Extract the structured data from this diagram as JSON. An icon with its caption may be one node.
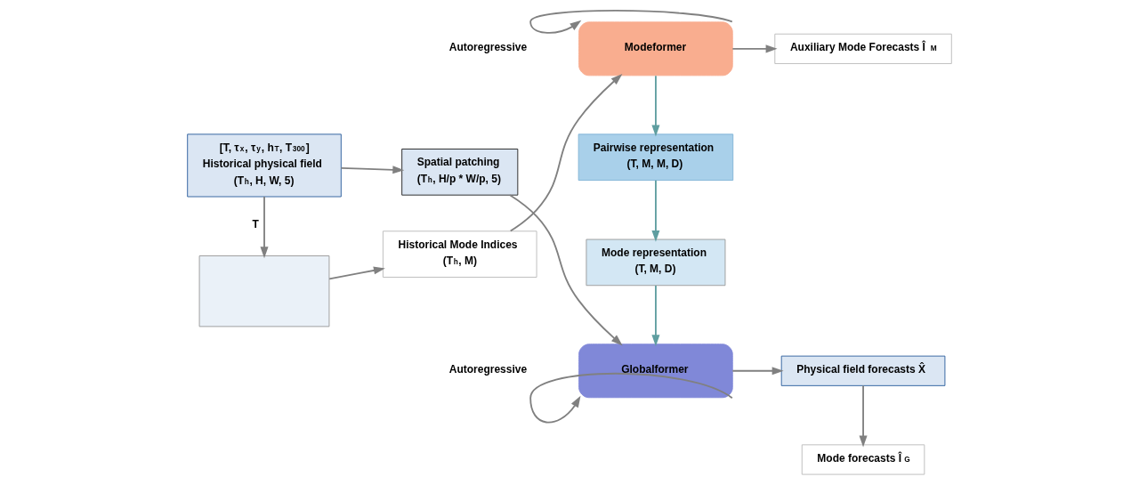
{
  "diagram": {
    "nodes": [
      {
        "text": [],
        "shape": "box"
      },
      {
        "text": [
          "Historical Mode Indices",
          "(T$_{h}$, M)"
        ]
      },
      {
        "text": [
          "Modeformer"
        ]
      },
      {
        "text": [
          "Auxiliary Mode Forecasts Î$_{M}$"
        ]
      },
      {
        "text": [
          "Pairwise representation",
          "(T, M, M, D)"
        ]
      },
      {
        "text": [
          "Mode representation",
          "(T, M, D)"
        ]
      },
      {
        "text": [
          "Globalformer"
        ]
      },
      {
        "text": [
          "Mode forecasts Î$_{G}$"
        ]
      },
      {
        "text": [
          "Physical field forecasts X̂"
        ]
      },
      {
        "text": [
          "[T, τ$_{x}$, τ$_{y}$, h$_{T}$, T$_{300}$]",
          "Historical physical field",
          "(T$_{h}$, H, W, 5)"
        ]
      },
      {
        "text": [
          "Spatial patching",
          "(T$_{h}$, H/p * W/p, 5)"
        ]
      }
    ],
    "edges": [
      {
        "from": 9,
        "to": 0,
        "arrow": "to",
        "label": "T"
      },
      {
        "from": 0,
        "to": 1,
        "arrow": "to"
      },
      {
        "from": 1,
        "to": 2,
        "arrow": "to"
      },
      {
        "from": 2,
        "to": 3,
        "arrow": "to"
      },
      {
        "from": 2,
        "to": 2,
        "arrow": "to",
        "label": "Autoregressive"
      },
      {
        "from": 2,
        "to": 4,
        "arrow": "to",
        "color": "#5f9ea0"
      },
      {
        "from": 4,
        "to": 5,
        "arrow": "to",
        "color": "#5f9ea0"
      },
      {
        "from": 5,
        "to": 6,
        "arrow": "to",
        "color": "#5f9ea0"
      },
      {
        "from": 9,
        "to": 10,
        "arrow": "to"
      },
      {
        "from": 10,
        "to": 6,
        "arrow": "to"
      },
      {
        "from": 6,
        "to": 8,
        "arrow": "to"
      },
      {
        "from": 6,
        "to": 6,
        "arrow": "to",
        "label": "Autoregressive"
      },
      {
        "from": 8,
        "to": 7,
        "arrow": "to"
      }
    ]
  }
}
